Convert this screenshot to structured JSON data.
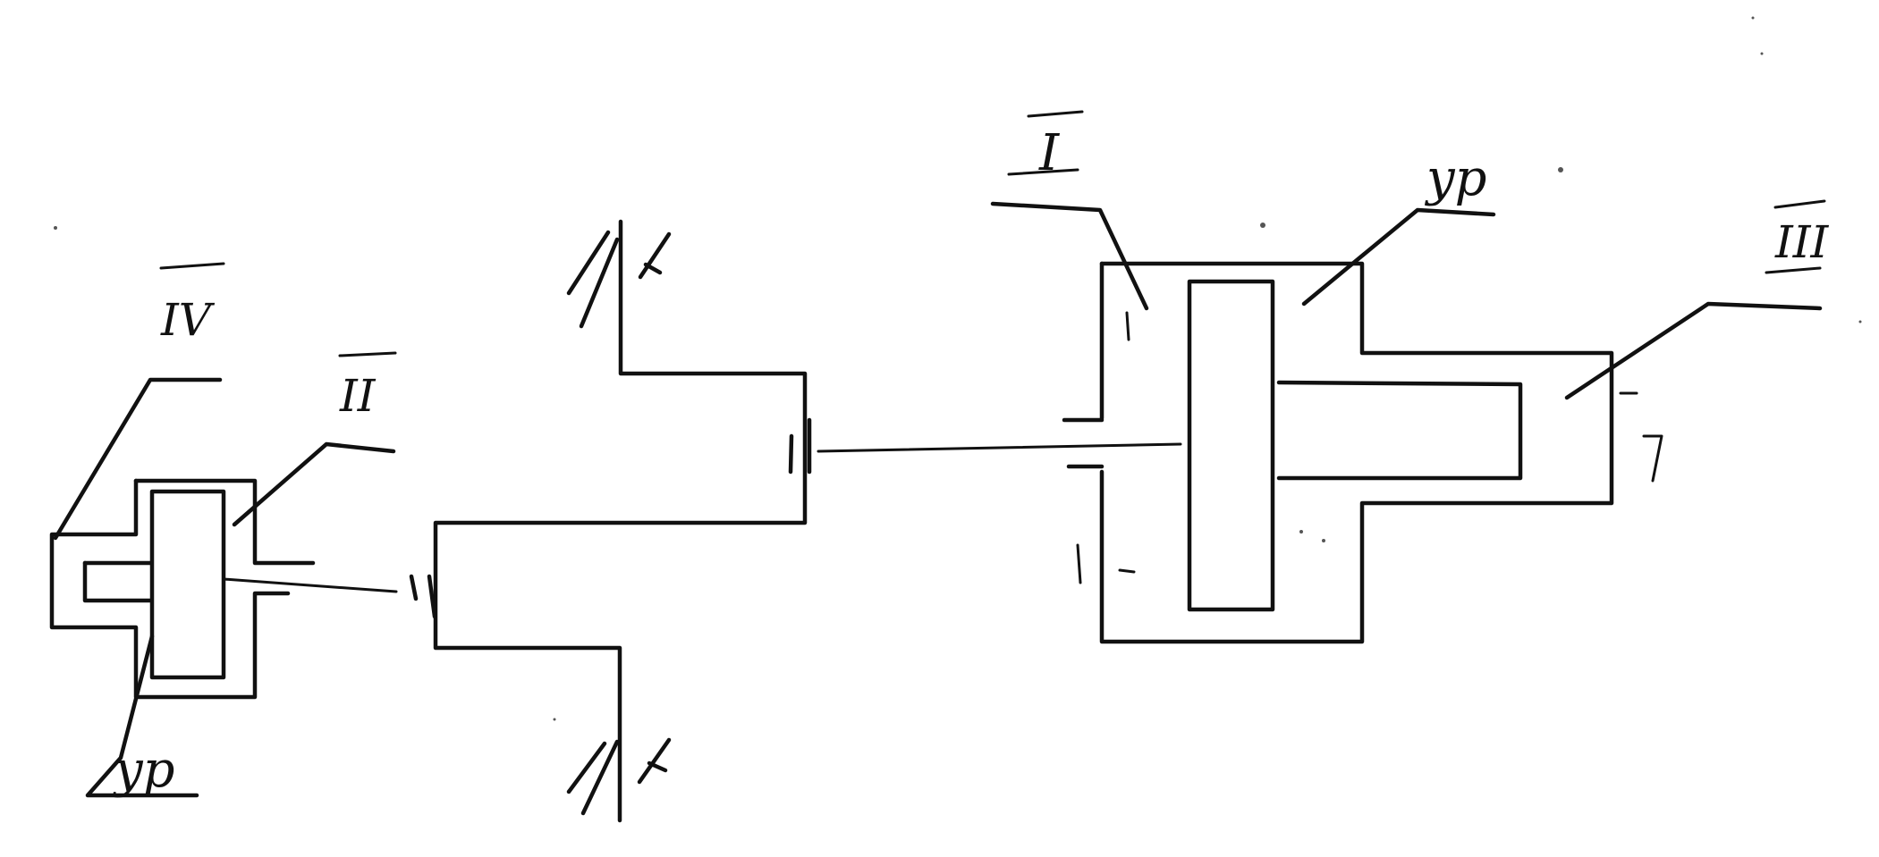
{
  "diagram": {
    "labels": {
      "label_I": "I",
      "label_II": "II",
      "label_III": "III",
      "label_IV": "IV",
      "label_yp_right": "yp",
      "label_yp_left": "yp"
    },
    "ink_color": "#111111",
    "paper_color": "#ffffff"
  }
}
